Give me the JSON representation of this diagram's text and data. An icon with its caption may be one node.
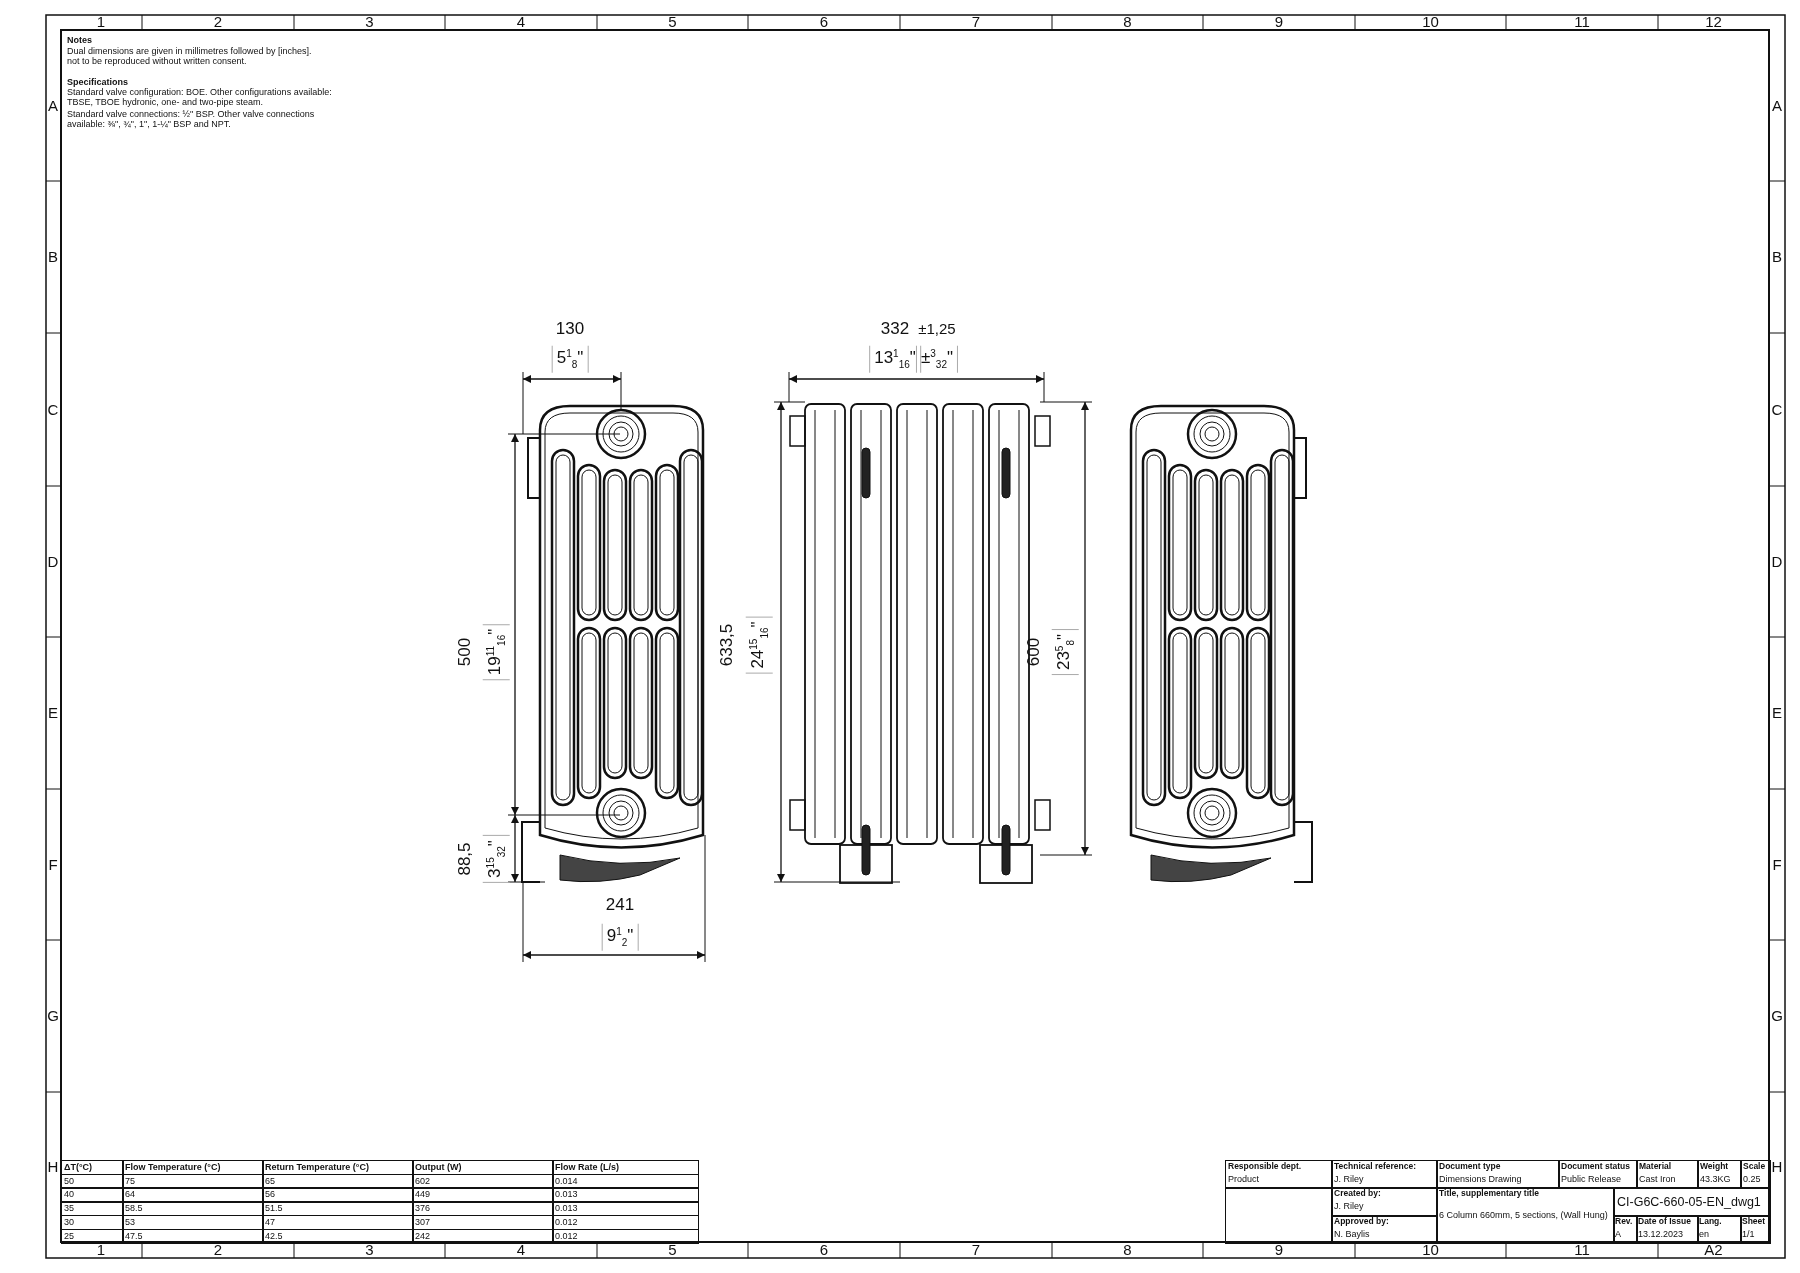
{
  "diagram": {
    "labels": [
      "1",
      "2",
      "3",
      "4",
      "5",
      "6",
      "7",
      "8",
      "9",
      "10",
      "11",
      "12",
      "Notes",
      "Dual dimensions are given in millimetres followed by [inches].",
      "not to be reproduced without written consent.",
      "Specifications",
      "Standard valve configuration: BOE. Other configurations available: TBSE, TBOE hydronic, one- and two-pipe steam.",
      "Standard valve connections: ½\" BSP. Other valve connections available: ⅜\", ¾\", 1\", 1-¼\" BSP and NPT.",
      "A",
      "B",
      "C",
      "D",
      "E",
      "F",
      "G",
      "H",
      "A",
      "B",
      "C",
      "D",
      "E",
      "F",
      "G",
      "H",
      "130",
      "5$^{1}$$_{8}$\"",
      "332",
      "±1,25",
      "13$^{1}$$_{16}$\"",
      "±$^{3}$$_{32}$\"",
      "500",
      "19$^{11}$$_{16}$\"",
      "88,5",
      "3$^{15}$$_{32}$\"",
      "633,5",
      "24$^{15}$$_{16}$\"",
      "600",
      "23$^{5}$$_{8}$\"",
      "241",
      "9$^{1}$$_{2}$\"",
      "ΔT(°C)",
      "Flow Temperature (°C)",
      "Return Temperature (°C)",
      "Output (W)",
      "Flow Rate (L/s)",
      "50",
      "75",
      "65",
      "602",
      "0.014",
      "40",
      "64",
      "56",
      "449",
      "0.013",
      "35",
      "58.5",
      "51.5",
      "376",
      "0.013",
      "30",
      "53",
      "47",
      "307",
      "0.012",
      "25",
      "47.5",
      "42.5",
      "242",
      "0.012",
      "Responsible dept.",
      "Product",
      "Technical reference:",
      "J. Riley",
      "Document type",
      "Dimensions Drawing",
      "Document status",
      "Public Release",
      "Material",
      "Cast Iron",
      "Weight",
      "43.3KG",
      "Scale",
      "0.25",
      "Created by:",
      "J. Riley",
      "Title, supplementary title",
      "6 Column 660mm, 5 sections, (Wall Hung)",
      "CI-G6C-660-05-EN_dwg1",
      "Approved by:",
      "N. Baylis",
      "Rev.",
      "A",
      "Date of Issue",
      "13.12.2023",
      "Lang.",
      "en",
      "Sheet",
      "1/1",
      "1",
      "2",
      "3",
      "4",
      "5",
      "6",
      "7",
      "8",
      "9",
      "10",
      "11",
      "A2"
    ]
  }
}
